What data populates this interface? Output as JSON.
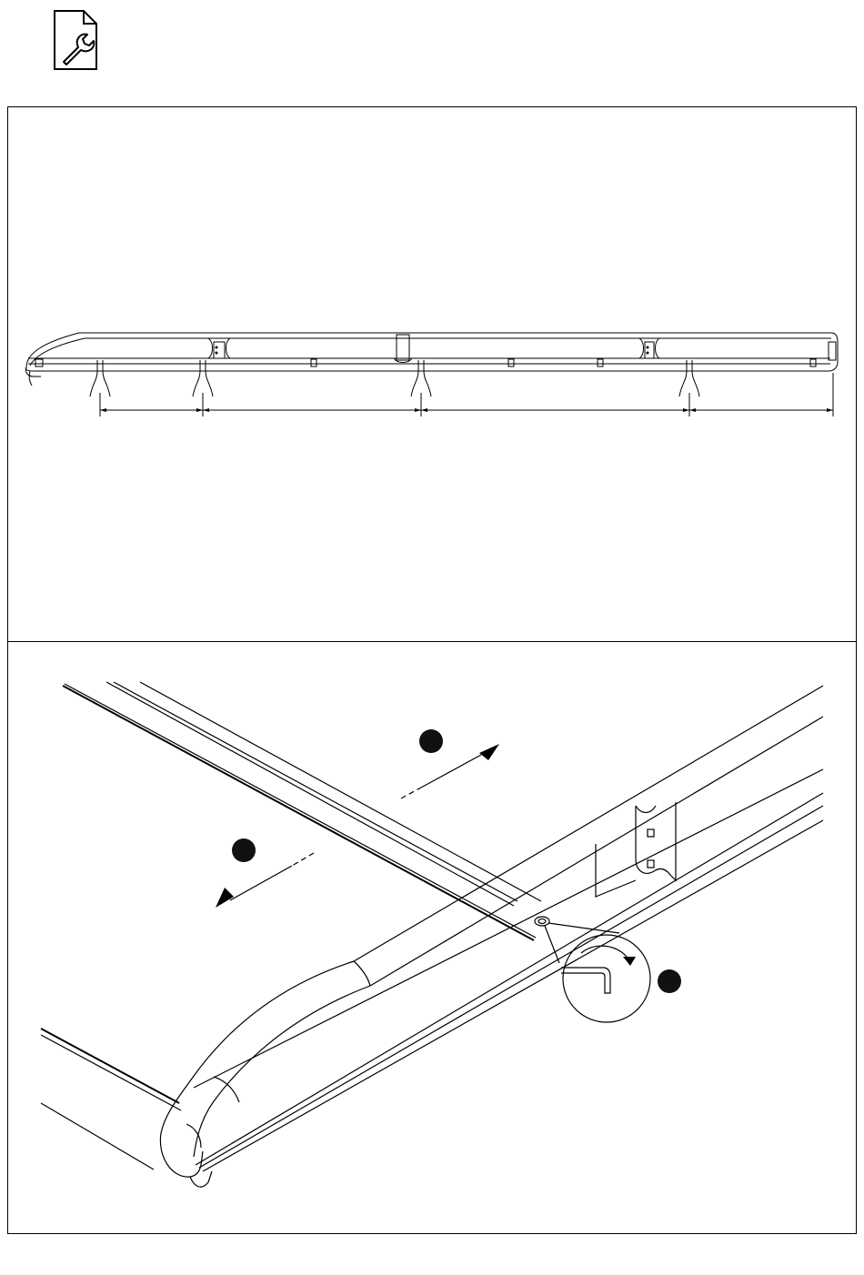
{
  "icons": {
    "header": "service-wrench-document-icon",
    "tool": "hex-key-icon"
  },
  "colors": {
    "ink": "#000000",
    "step_marker": "#111111",
    "background": "#ffffff"
  },
  "steps": [
    {
      "marker": "filled-circle",
      "direction": "up-right"
    },
    {
      "marker": "filled-circle",
      "direction": "down-left"
    },
    {
      "marker": "filled-circle",
      "action": "tighten-clockwise"
    }
  ]
}
